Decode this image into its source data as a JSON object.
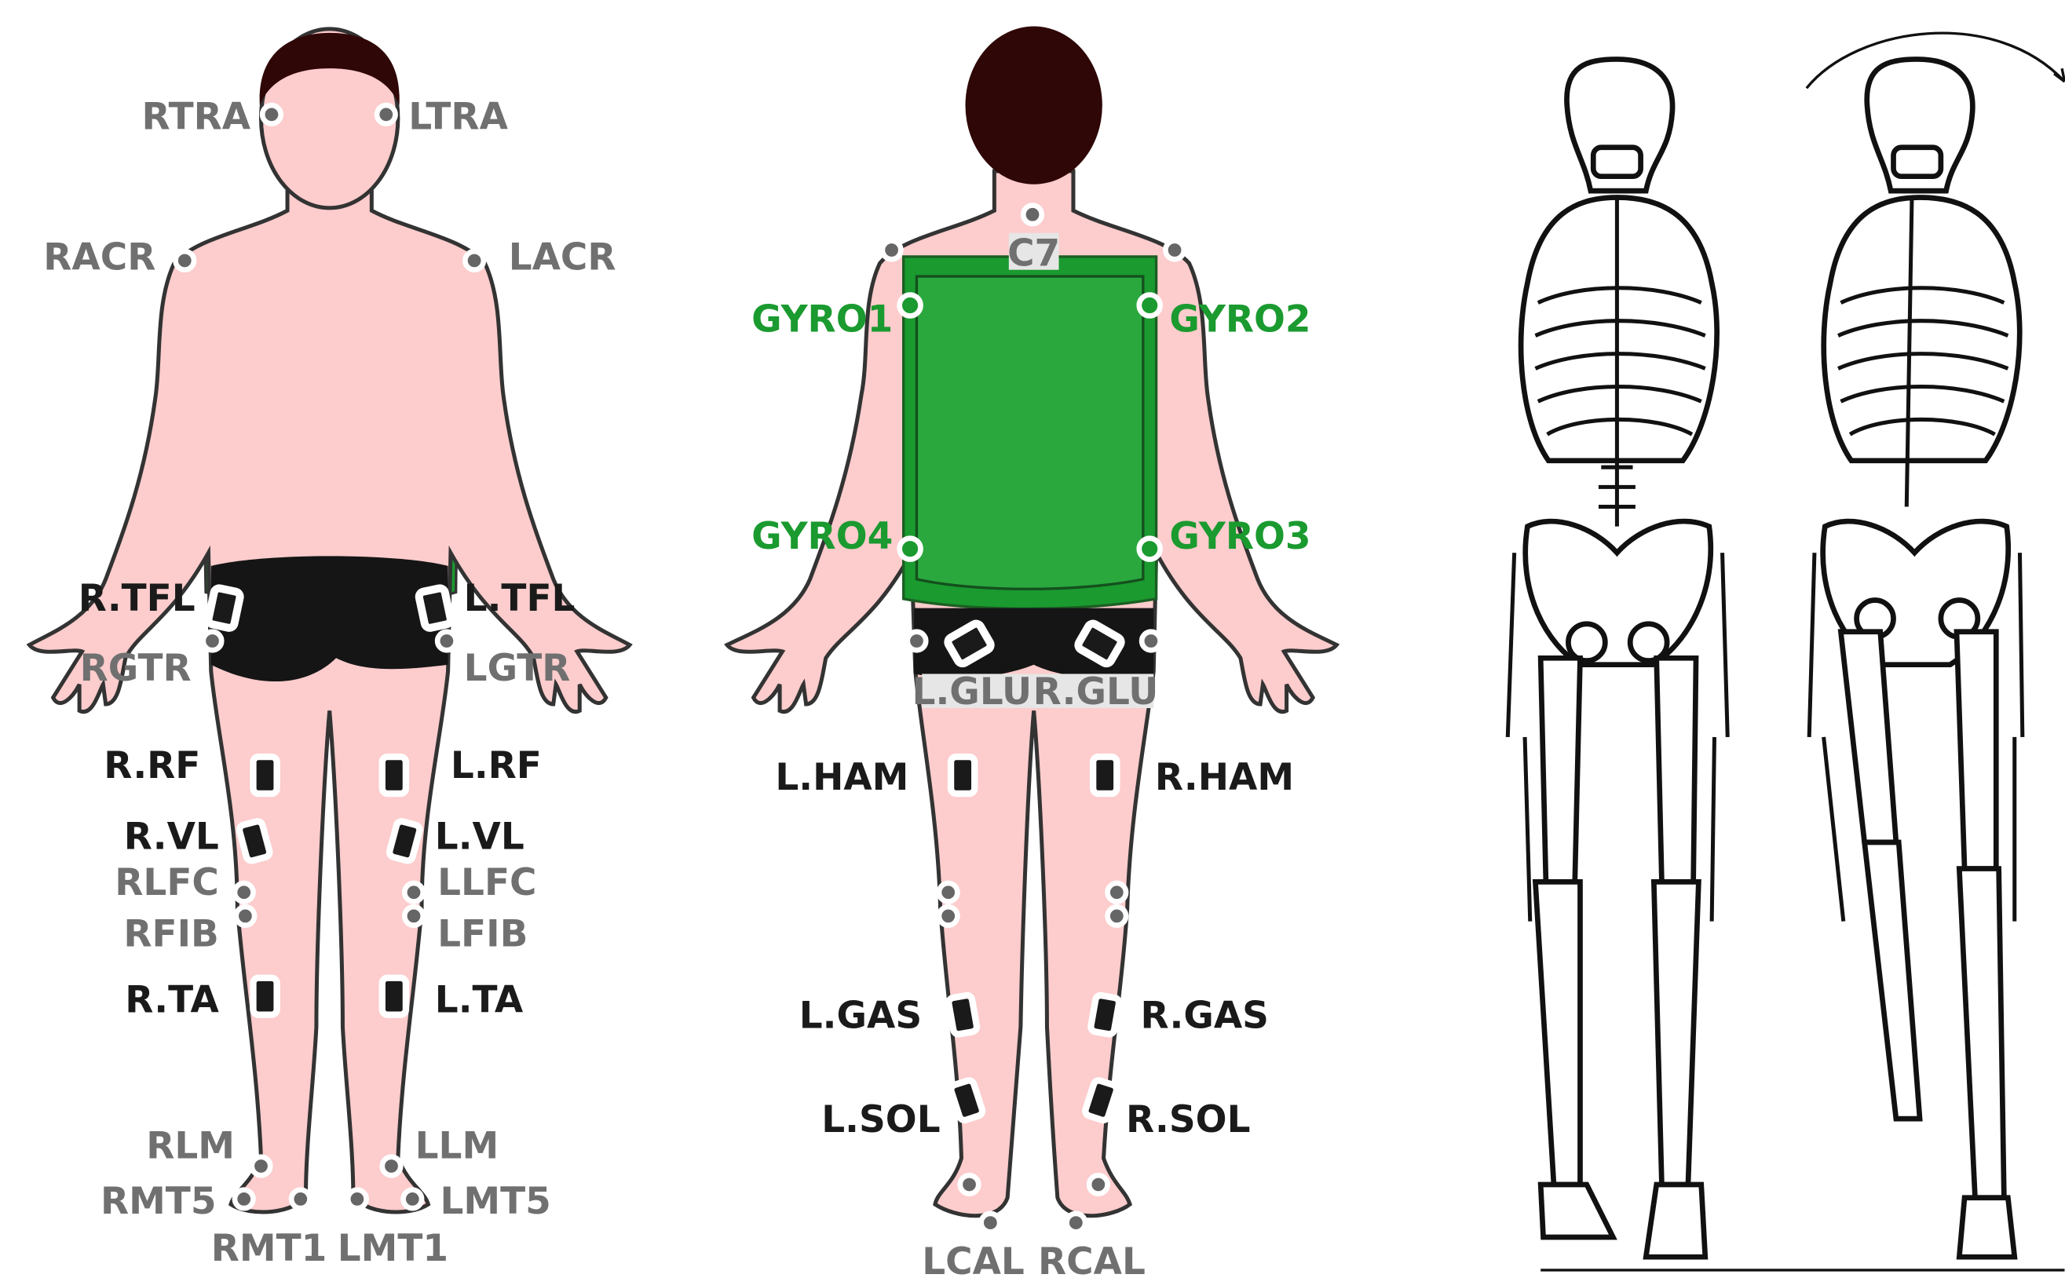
{
  "front_view": {
    "labels": {
      "rtra": "RTRA",
      "ltra": "LTRA",
      "racr": "RACR",
      "lacr": "LACR",
      "rtfl": "R.TFL",
      "ltfl": "L.TFL",
      "rgtr": "RGTR",
      "lgtr": "LGTR",
      "rrf": "R.RF",
      "lrf": "L.RF",
      "rvl": "R.VL",
      "lvl": "L.VL",
      "rlfc": "RLFC",
      "llfc": "LLFC",
      "rfib": "RFIB",
      "lfib": "LFIB",
      "rta": "R.TA",
      "lta": "L.TA",
      "rlm": "RLM",
      "llm": "LLM",
      "rmt5": "RMT5",
      "lmt5": "LMT5",
      "rmt1": "RMT1",
      "lmt1": "LMT1"
    }
  },
  "back_view": {
    "labels": {
      "c7": "C7",
      "gyro1": "GYRO1",
      "gyro2": "GYRO2",
      "gyro3": "GYRO3",
      "gyro4": "GYRO4",
      "lglu": "L.GLU",
      "rglu": "R.GLU",
      "lham": "L.HAM",
      "rham": "R.HAM",
      "lgas": "L.GAS",
      "rgas": "R.GAS",
      "lsol": "L.SOL",
      "rsol": "R.SOL",
      "lcal": "LCAL",
      "rcal": "RCAL"
    }
  },
  "colors": {
    "skin": "#fdcccc",
    "hair": "#2f0707",
    "shorts": "#151515",
    "sensor_green": "#1a9a2f",
    "marker_gray": "#666666",
    "bony_label_gray": "#707070",
    "emg_label_black": "#1a1a1a"
  },
  "icons": {
    "rotation": "curved-arrow-icon"
  }
}
